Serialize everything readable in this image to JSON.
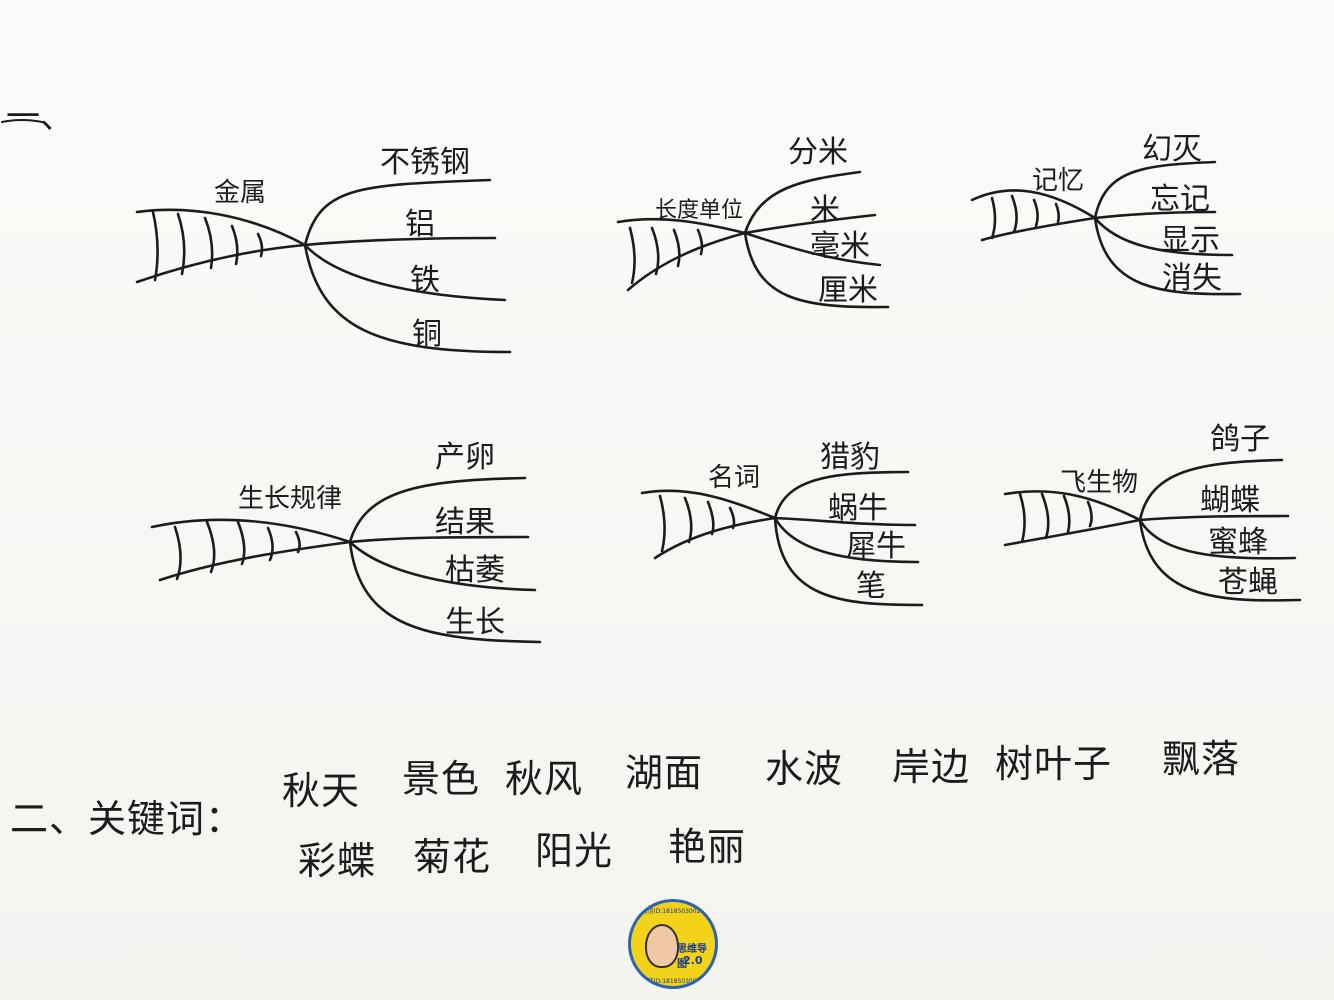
{
  "section_one": {
    "label": "一、"
  },
  "maps": [
    {
      "center": "金属",
      "branches": [
        "不锈钢",
        "铝",
        "铁",
        "铜"
      ]
    },
    {
      "center": "长度单位",
      "branches": [
        "分米",
        "米",
        "毫米",
        "厘米"
      ]
    },
    {
      "center": "记忆",
      "branches": [
        "幻灭",
        "忘记",
        "显示",
        "消失"
      ]
    },
    {
      "center": "生长规律",
      "branches": [
        "产卵",
        "结果",
        "枯萎",
        "生长"
      ]
    },
    {
      "center": "名词",
      "branches": [
        "猎豹",
        "蜗牛",
        "犀牛",
        "笔"
      ]
    },
    {
      "center": "飞生物",
      "branches": [
        "鸽子",
        "蝴蝶",
        "蜜蜂",
        "苍蝇"
      ]
    }
  ],
  "section_two": {
    "label": "二、关键词：",
    "keywords_row1": [
      "秋天",
      "景色",
      "秋风",
      "湖面",
      "水波",
      "岸边",
      "树叶子",
      "飘落"
    ],
    "keywords_row2": [
      "彩蝶",
      "菊花",
      "阳光",
      "艳丽"
    ]
  },
  "logo": {
    "title": "思维导图",
    "version": "2.0",
    "wechat": "微信ID:18185030021"
  }
}
